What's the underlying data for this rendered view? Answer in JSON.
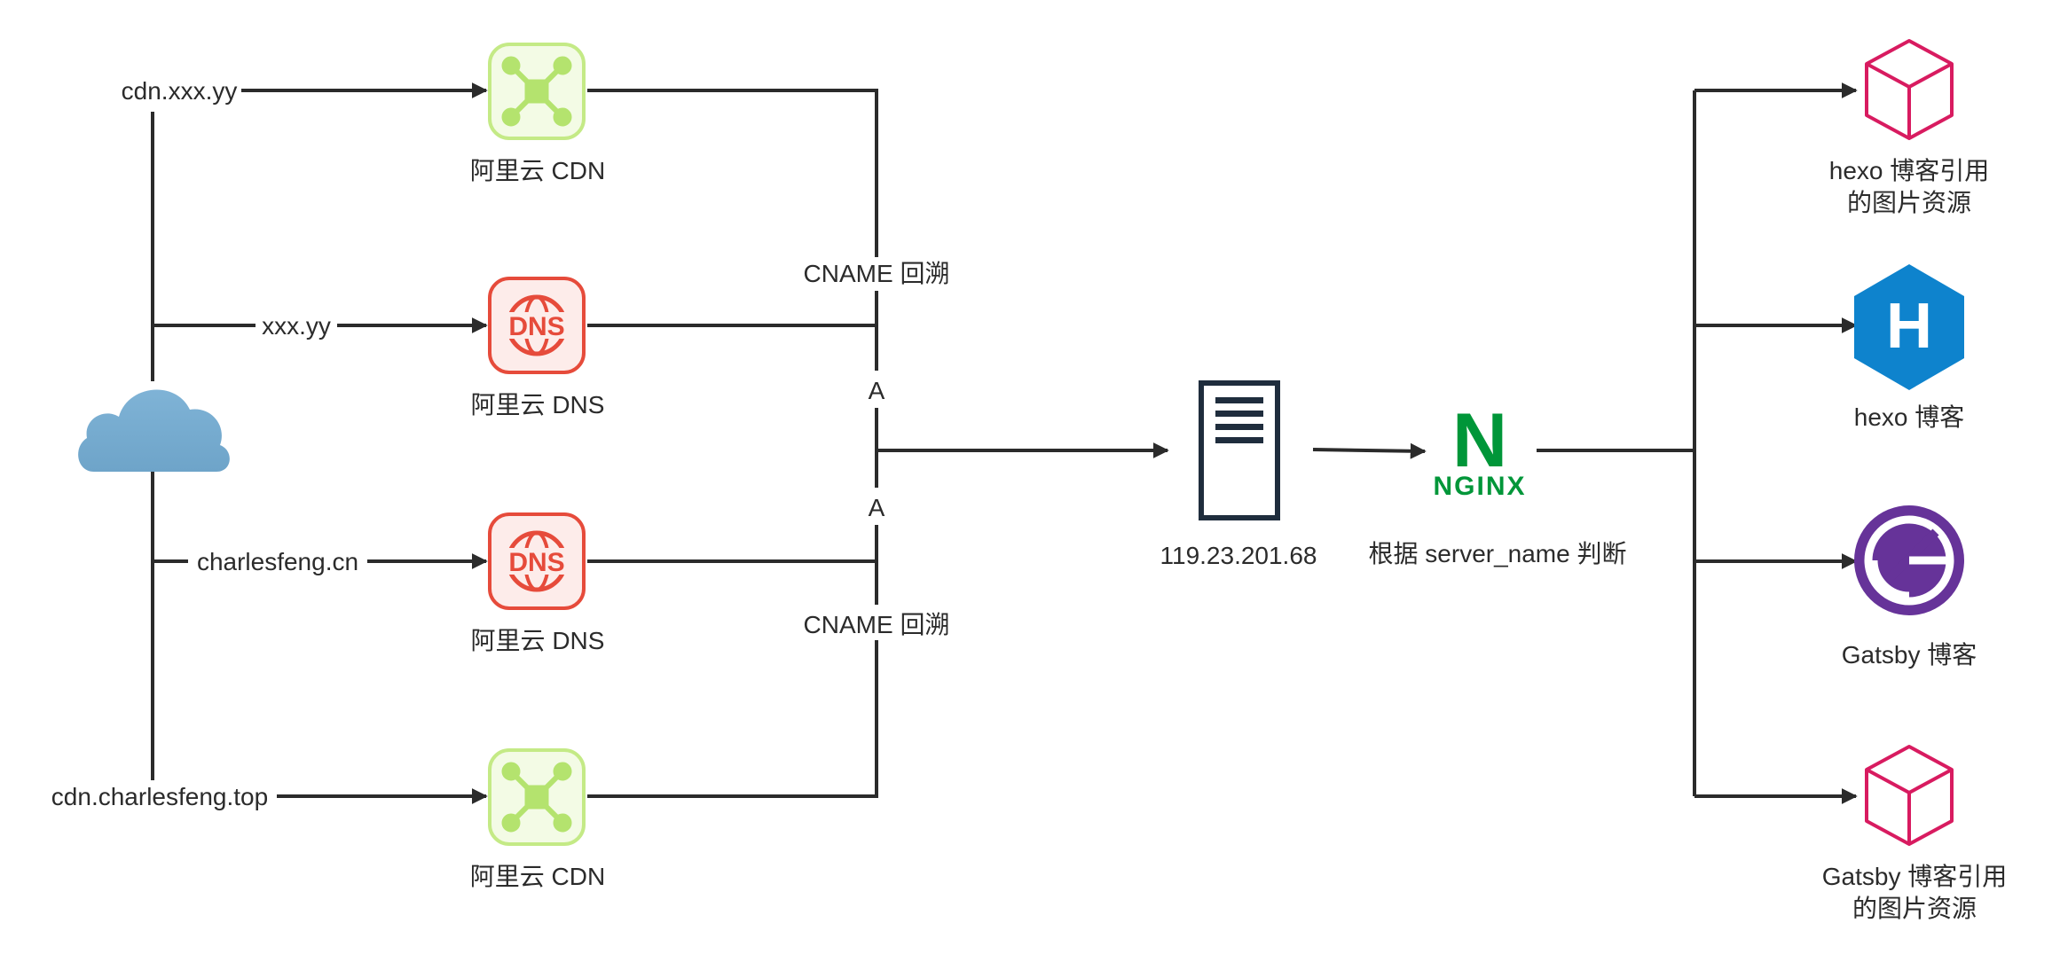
{
  "diagram": {
    "domains": {
      "cdn_xxx": "cdn.xxx.yy",
      "xxx": "xxx.yy",
      "charlesfeng": "charlesfeng.cn",
      "cdn_charlesfeng": "cdn.charlesfeng.top"
    },
    "services": {
      "cdn_top": "阿里云 CDN",
      "dns_top": "阿里云 DNS",
      "dns_bottom": "阿里云 DNS",
      "cdn_bottom": "阿里云 CDN",
      "dns_badge": "DNS"
    },
    "connections": {
      "cname_top": "CNAME 回溯",
      "a_top": "A",
      "a_bottom": "A",
      "cname_bottom": "CNAME 回溯"
    },
    "server": {
      "ip": "119.23.201.68"
    },
    "nginx": {
      "logo_text": "NGINX",
      "logo_letter": "N",
      "caption": "根据 server_name 判断"
    },
    "targets": {
      "hexo_images": [
        "hexo 博客引用",
        "的图片资源"
      ],
      "hexo_blog": "hexo 博客",
      "hexo_letter": "H",
      "gatsby_blog": "Gatsby 博客",
      "gatsby_images": [
        "Gatsby 博客引用",
        "的图片资源"
      ]
    },
    "colors": {
      "line": "#2b2b2b",
      "cloud": "#76abcf",
      "cdn_green": "#b4e36e",
      "dns_red": "#e64b3b",
      "nginx_green": "#009639",
      "box_pink": "#d81b60",
      "hexo_blue": "#0e83cd",
      "gatsby_purple": "#663399"
    },
    "icons": {
      "client": "cloud-icon",
      "cdn": "cdn-icon",
      "dns": "dns-icon",
      "server": "server-icon",
      "nginx": "nginx-logo",
      "resource": "cube-icon",
      "hexo": "hexo-logo",
      "gatsby": "gatsby-logo"
    }
  }
}
